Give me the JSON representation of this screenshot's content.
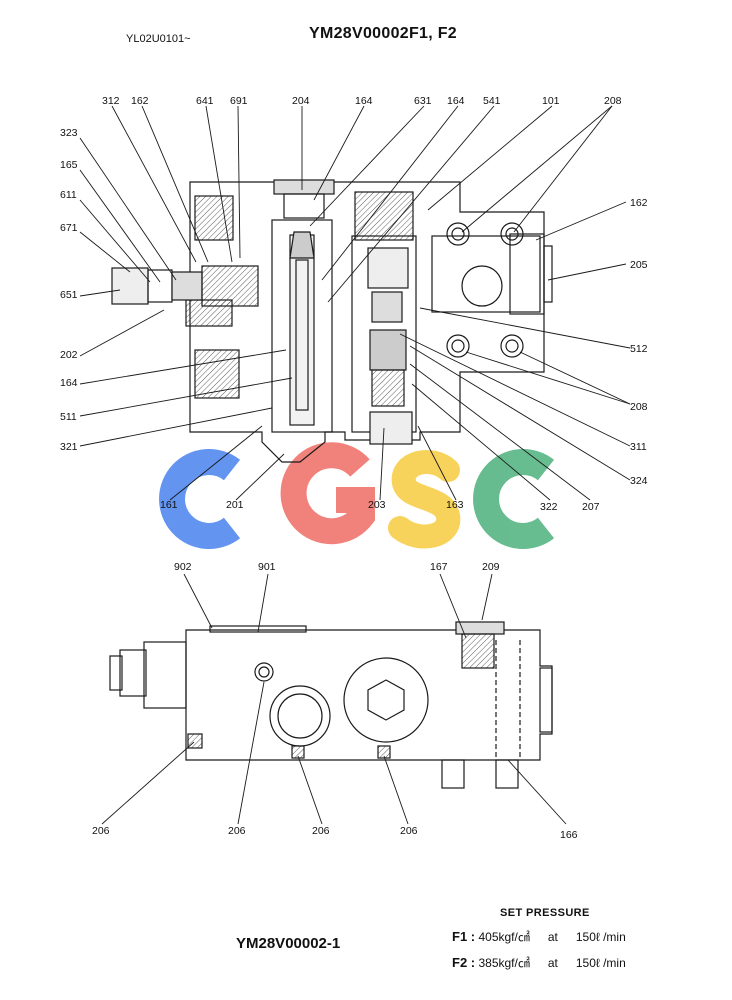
{
  "header": {
    "code": "YL02U0101~",
    "title": "YM28V00002F1, F2"
  },
  "diagram_labels": {
    "top": [
      {
        "id": "312",
        "text": "312"
      },
      {
        "id": "162a",
        "text": "162"
      },
      {
        "id": "641",
        "text": "641"
      },
      {
        "id": "691",
        "text": "691"
      },
      {
        "id": "204",
        "text": "204"
      },
      {
        "id": "164a",
        "text": "164"
      },
      {
        "id": "631",
        "text": "631"
      },
      {
        "id": "164b",
        "text": "164"
      },
      {
        "id": "541",
        "text": "541"
      },
      {
        "id": "101",
        "text": "101"
      },
      {
        "id": "208a",
        "text": "208"
      },
      {
        "id": "323",
        "text": "323"
      },
      {
        "id": "165",
        "text": "165"
      },
      {
        "id": "611",
        "text": "611"
      },
      {
        "id": "671",
        "text": "671"
      },
      {
        "id": "651",
        "text": "651"
      },
      {
        "id": "202",
        "text": "202"
      },
      {
        "id": "164c",
        "text": "164"
      },
      {
        "id": "511",
        "text": "511"
      },
      {
        "id": "321",
        "text": "321"
      },
      {
        "id": "161",
        "text": "161"
      },
      {
        "id": "201",
        "text": "201"
      },
      {
        "id": "203",
        "text": "203"
      },
      {
        "id": "163",
        "text": "163"
      },
      {
        "id": "322",
        "text": "322"
      },
      {
        "id": "207",
        "text": "207"
      },
      {
        "id": "324",
        "text": "324"
      },
      {
        "id": "311",
        "text": "311"
      },
      {
        "id": "208b",
        "text": "208"
      },
      {
        "id": "512",
        "text": "512"
      },
      {
        "id": "205",
        "text": "205"
      },
      {
        "id": "162b",
        "text": "162"
      }
    ],
    "bottom": [
      {
        "id": "902",
        "text": "902"
      },
      {
        "id": "901",
        "text": "901"
      },
      {
        "id": "167",
        "text": "167"
      },
      {
        "id": "209",
        "text": "209"
      },
      {
        "id": "206a",
        "text": "206"
      },
      {
        "id": "206b",
        "text": "206"
      },
      {
        "id": "206c",
        "text": "206"
      },
      {
        "id": "206d",
        "text": "206"
      },
      {
        "id": "166",
        "text": "166"
      }
    ]
  },
  "watermark": {
    "text": "CGSC",
    "colors": [
      "#5b8ff0",
      "#f07c74",
      "#f7d154",
      "#5fb98a"
    ]
  },
  "subtitle": "YM28V00002-1",
  "set_pressure": {
    "title": "SET PRESSURE",
    "rows": [
      {
        "label": "F1 :",
        "pressure": "405kgf/㎠",
        "at": "at",
        "flow": "150ℓ /min"
      },
      {
        "label": "F2 :",
        "pressure": "385kgf/㎠",
        "at": "at",
        "flow": "150ℓ /min"
      }
    ]
  },
  "colors": {
    "line": "#1a1a1a"
  }
}
